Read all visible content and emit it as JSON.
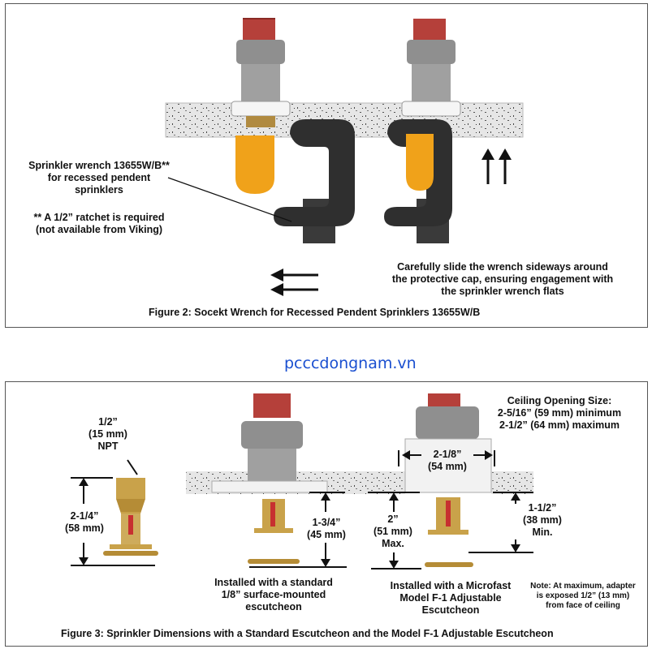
{
  "watermark": "pcccdongnam.vn",
  "figure2": {
    "caption": "Figure 2: Socekt Wrench for Recessed Pendent Sprinklers 13655W/B",
    "wrench_label": [
      "Sprinkler wrench 13655W/B**",
      "for recessed pendent",
      "sprinklers"
    ],
    "ratchet_note": [
      "** A 1/2” ratchet is required",
      "(not available from Viking)"
    ],
    "instruction": [
      "Carefully slide the wrench sideways around",
      "the protective cap, ensuring engagement with",
      "the sprinkler wrench flats"
    ]
  },
  "figure3": {
    "caption": "Figure 3:  Sprinkler Dimensions with a Standard Escutcheon and the Model F-1 Adjustable Escutcheon",
    "npt_label": [
      "1/2”",
      "(15 mm)",
      "NPT"
    ],
    "height_label": [
      "2-1/4”",
      "(58 mm)"
    ],
    "standard_dim": [
      "1-3/4”",
      "(45 mm)"
    ],
    "standard_caption": [
      "Installed with a standard",
      "1/8” surface-mounted",
      "escutcheon"
    ],
    "ceiling_opening": [
      "Ceiling Opening Size:",
      "2-5/16” (59 mm) minimum",
      "2-1/2” (64 mm) maximum"
    ],
    "width_label": [
      "2-1/8”",
      "(54 mm)"
    ],
    "max_dim": [
      "2”",
      "(51 mm)",
      "Max."
    ],
    "min_dim": [
      "1-1/2”",
      "(38 mm)",
      "Min."
    ],
    "microfast_caption": [
      "Installed with a Microfast",
      "Model F-1 Adjustable",
      "Escutcheon"
    ],
    "note": [
      "Note: At maximum, adapter",
      "is exposed 1/2” (13 mm)",
      "from face of ceiling"
    ]
  },
  "colors": {
    "accent_blue": "#1a4fd0",
    "brass": "#c9a24a",
    "ceiling": "#e4e4e4",
    "body_gray": "#9a9a9a",
    "pipe_red": "#b5403a",
    "wrench": "#2f2f2f",
    "cap_orange": "#f0a21a"
  }
}
